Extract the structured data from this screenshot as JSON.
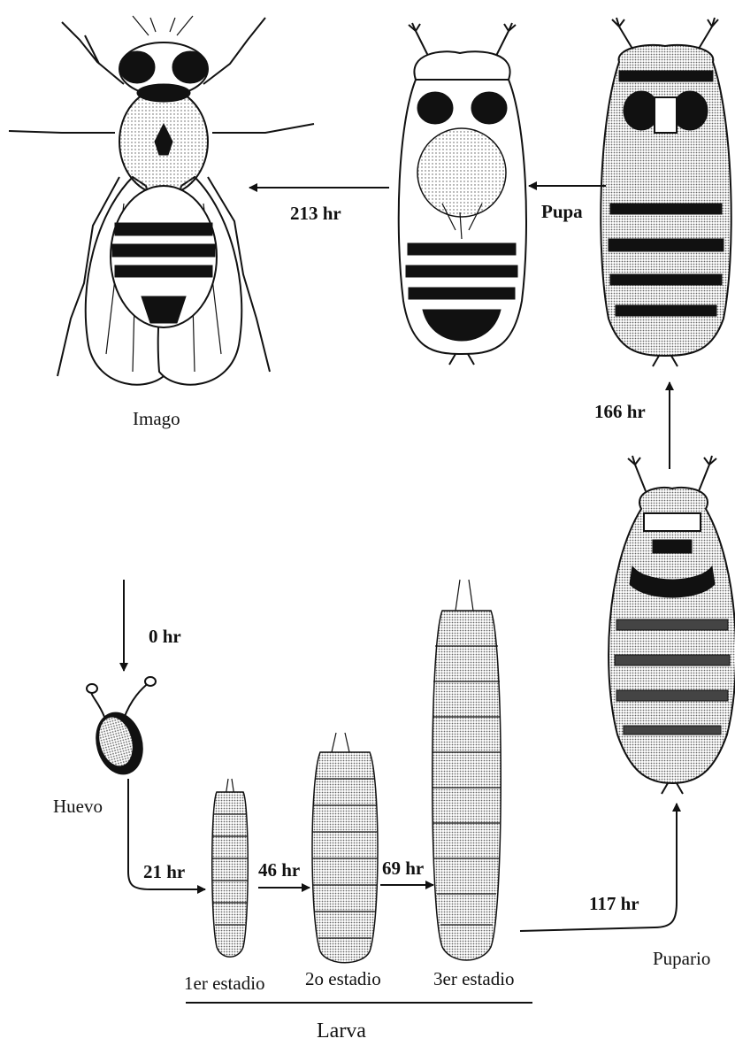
{
  "stages": {
    "imago": "Imago",
    "pupa": "Pupa",
    "huevo": "Huevo",
    "pupario": "Pupario",
    "larva": "Larva",
    "instar1": "1er estadio",
    "instar2": "2o estadio",
    "instar3": "3er estadio"
  },
  "times": {
    "t0": "0 hr",
    "t21": "21 hr",
    "t46": "46 hr",
    "t69": "69 hr",
    "t117": "117 hr",
    "t166": "166 hr",
    "t213": "213 hr"
  },
  "colors": {
    "ink": "#111111",
    "paper": "#ffffff"
  }
}
